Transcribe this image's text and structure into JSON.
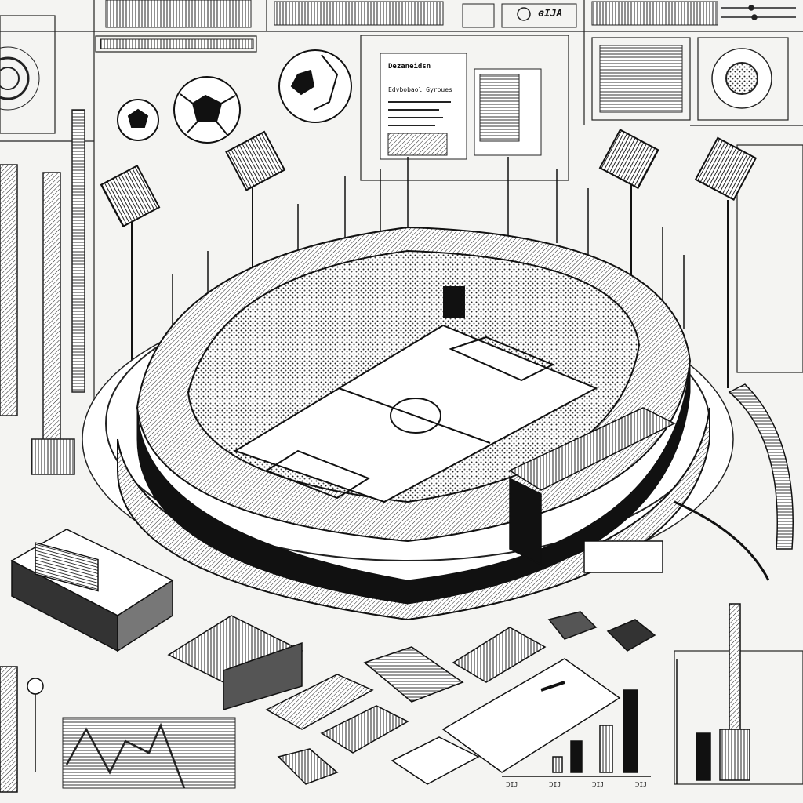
{
  "illustration": {
    "description_kind": "line-art technical sketch",
    "doc_title": "Dezaneidsn",
    "doc_subtitle": "Edvbobaol Gyroues",
    "logo_text": "ɞIJA",
    "bottom_labels": [
      "ꓛIJ",
      "ꓛIJ",
      "ꓛIJ",
      "ꓛIJ"
    ],
    "colors": {
      "ink": "#111111",
      "paper": "#f4f4f2",
      "pitch": "#ffffff",
      "shade": "#555555"
    }
  }
}
